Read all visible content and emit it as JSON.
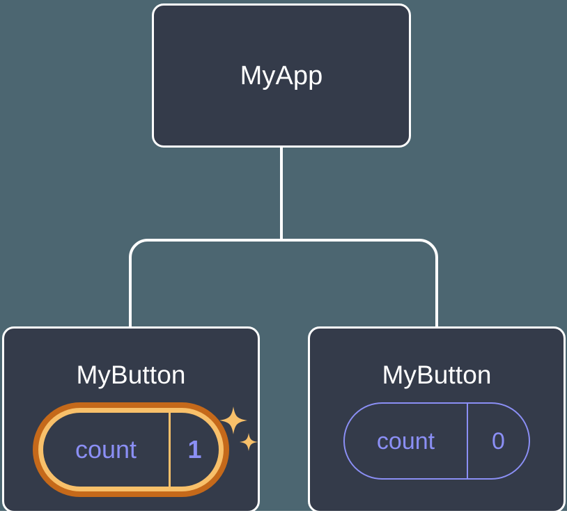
{
  "diagram": {
    "type": "component-tree",
    "background_color": "#4c6671",
    "node_fill_color": "#343b4a",
    "node_border_color": "#ffffff",
    "connector_color": "#ffffff",
    "state_color": "#8b8ff5",
    "highlight_outer_color": "#c5691a",
    "highlight_inner_color": "#f8c06a",
    "nodes": {
      "root": {
        "title": "MyApp"
      },
      "child_left": {
        "title": "MyButton",
        "state": {
          "key": "count",
          "value": "1"
        },
        "highlighted": true,
        "sparkle_icon": "sparkles-icon"
      },
      "child_right": {
        "title": "MyButton",
        "state": {
          "key": "count",
          "value": "0"
        },
        "highlighted": false
      }
    }
  }
}
